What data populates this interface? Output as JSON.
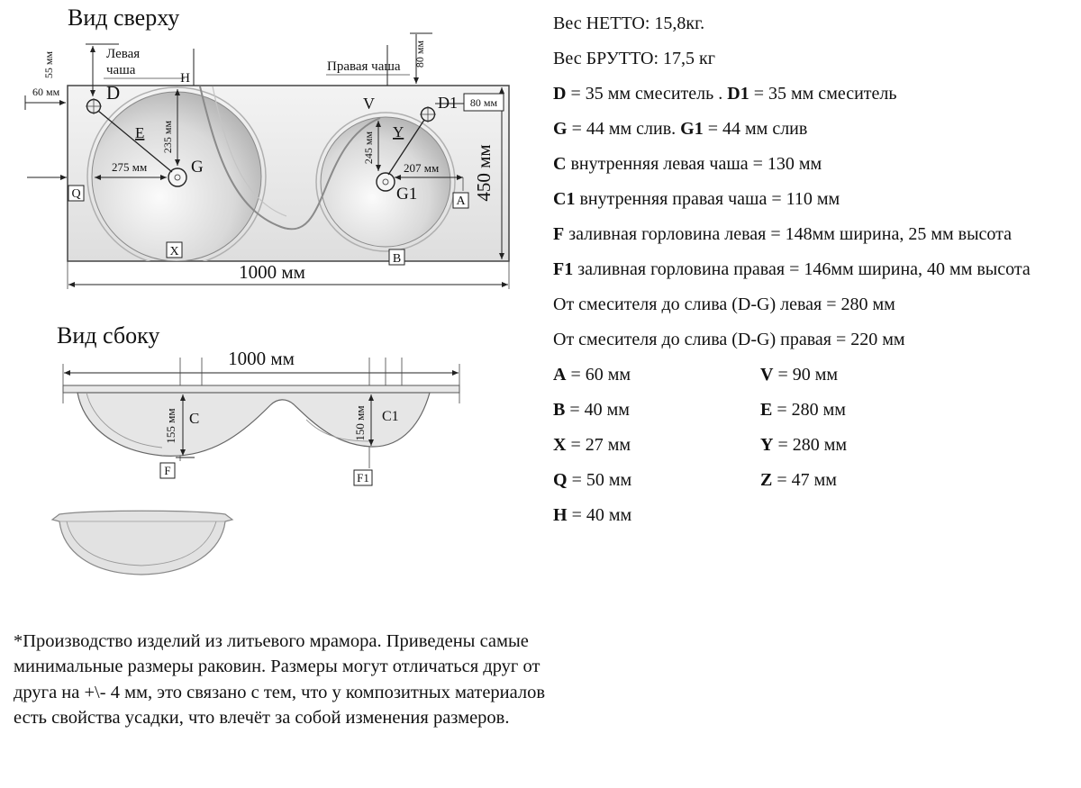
{
  "top_view": {
    "title": "Вид сверху",
    "left_bowl_label_1": "Левая",
    "left_bowl_label_2": "чаша",
    "right_bowl_label": "Правая чаша",
    "dims": {
      "d55": "55 мм",
      "d60": "60 мм",
      "d80_top": "80 мм",
      "d80_right": "80 мм",
      "d235": "235 мм",
      "d245": "245 мм",
      "d275": "275 мм",
      "d207": "207 мм",
      "d450": "450 мм",
      "d1000": "1000 мм"
    },
    "points": {
      "D": "D",
      "D1": "D1",
      "G": "G",
      "G1": "G1",
      "H": "H",
      "V": "V",
      "E": "E",
      "Y": "Y",
      "Q": "Q",
      "A": "A",
      "X": "X",
      "B": "B"
    }
  },
  "side_view": {
    "title": "Вид сбоку",
    "dims": {
      "d1000": "1000 мм",
      "d155": "155 мм",
      "d150": "150 мм"
    },
    "points": {
      "C": "C",
      "C1": "C1",
      "F": "F",
      "F1": "F1"
    }
  },
  "specs": {
    "net_weight": "Вес НЕТТО: 15,8кг.",
    "gross_weight": "Вес БРУТТО: 17,5 кг",
    "lines": [
      {
        "key1": "D",
        "text1": " = 35 мм смеситель . ",
        "key2": "D1",
        "text2": " = 35 мм смеситель"
      },
      {
        "key1": "G",
        "text1": " = 44 мм слив. ",
        "key2": "G1",
        "text2": " = 44 мм слив"
      },
      {
        "key1": "C",
        "text1": " внутренняя левая чаша = 130 мм"
      },
      {
        "key1": "C1",
        "text1": " внутренняя правая чаша = 110 мм"
      },
      {
        "key1": "F",
        "text1": " заливная горловина левая = 148мм ширина, 25 мм высота"
      },
      {
        "key1": "F1",
        "text1": " заливная горловина правая = 146мм ширина, 40 мм высота"
      },
      {
        "text1": "От смесителя до слива (D-G) левая = 280 мм"
      },
      {
        "text1": "От смесителя до слива (D-G) правая = 220 мм"
      }
    ],
    "pairs": [
      {
        "left_key": "A",
        "left_text": " = 60 мм",
        "right_key": "V",
        "right_text": " = 90 мм"
      },
      {
        "left_key": "B",
        "left_text": " = 40 мм",
        "right_key": "E",
        "right_text": " = 280 мм"
      },
      {
        "left_key": "X",
        "left_text": " = 27 мм",
        "right_key": "Y",
        "right_text": " = 280 мм"
      },
      {
        "left_key": "Q",
        "left_text": " = 50 мм",
        "right_key": "Z",
        "right_text": " = 47 мм"
      },
      {
        "left_key": "H",
        "left_text": " = 40 мм"
      }
    ]
  },
  "footnote": "*Производство изделий из литьевого мрамора. Приведены самые минимальные размеры раковин. Размеры могут отличаться друг от друга на +\\- 4 мм, это связано с тем, что у композитных материалов есть свойства усадки, что влечёт за собой изменения размеров."
}
